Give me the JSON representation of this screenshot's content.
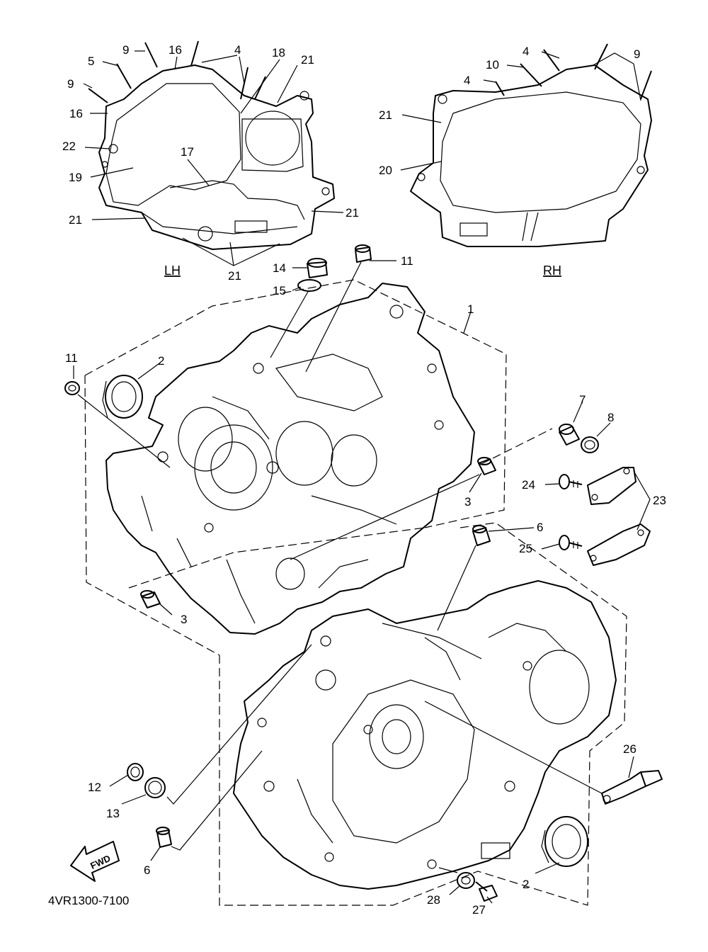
{
  "diagram": {
    "side_labels": {
      "left": "LH",
      "right": "RH"
    },
    "drawing_code": "4VR1300-7100",
    "fwd_label": "FWD",
    "callouts": {
      "lh_9a": "9",
      "lh_16a": "16",
      "lh_4": "4",
      "lh_5": "5",
      "lh_18": "18",
      "lh_21a": "21",
      "lh_9b": "9",
      "lh_16b": "16",
      "lh_22": "22",
      "lh_17": "17",
      "lh_19": "19",
      "lh_21b": "21",
      "lh_21c": "21",
      "lh_21d": "21",
      "rh_4a": "4",
      "rh_9": "9",
      "rh_10": "10",
      "rh_4b": "4",
      "rh_21": "21",
      "rh_20": "20",
      "p14": "14",
      "p15": "15",
      "p11a": "11",
      "p1": "1",
      "p11b": "11",
      "p2a": "2",
      "p7": "7",
      "p8": "8",
      "p24": "24",
      "p23": "23",
      "p3a": "3",
      "p6a": "6",
      "p25": "25",
      "p3b": "3",
      "p26": "26",
      "p12": "12",
      "p13": "13",
      "p6b": "6",
      "p2b": "2",
      "p28": "28",
      "p27": "27"
    }
  }
}
